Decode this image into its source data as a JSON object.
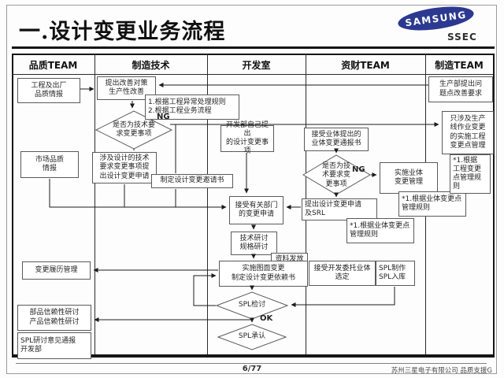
{
  "slide": {
    "title": "一.设计变更业务流程",
    "logo": {
      "brand": "SAMSUNG",
      "sub": "SSEC",
      "color": "#2b3990"
    },
    "footer": {
      "page": "6/77",
      "company": "苏州三星电子有限公司  品质支援G"
    }
  },
  "lanes": [
    "品质TEAM",
    "制造技术",
    "开发室",
    "资财TEAM",
    "制造TEAM"
  ],
  "nodes": {
    "engineering_info": "工程及出厂\n品质情报",
    "propose_improve": "提出改善对策\n生产性改善",
    "note_process_rules": "1.根据工程异常处理规则\n2.根据工程业务流程",
    "decision_tech_req": "是否为技术要\n求变更事项",
    "market_info": "市场品质\n情报",
    "involve_design": "涉及设计的技术\n要求变更事项提\n出设计变更申请",
    "invite_doc": "制定设计变更邀请书",
    "dev_self": "开发部自己提出\n的设计变更事项",
    "accept_dept": "接受有关部门\n的变更申请",
    "receive_notice": "接受业体提出的\n业体变更通报书",
    "decision_tech_req2": "是否为技\n术要求变\n更事项",
    "impl_body_mgmt": "实施业体\n变更管理",
    "note_body_rules1": "*1.根据业体变更点\n管理规则",
    "srl_request": "提出设计变更申请\n及SRL",
    "note_body_rules2": "*1.根据业体变更点\n管理规则",
    "tech_study": "技术研讨\n规格研讨",
    "material_dist": "资料发放",
    "impl_drawing": "实施图面变更\n制定设计变更依赖书",
    "accept_entrust": "接受开发委托业体\n选定",
    "spl_make": "SPL制作\nSPL入库",
    "spl_review": "SPL检讨",
    "spl_approve": "SPL承认",
    "history_mgmt": "变更履历管理",
    "reliability_study": "部品信赖性研讨\n产品信赖性研讨",
    "spl_opinion_report": "SPL研讨意见通报\n开发部",
    "production_req": "生产部提出问\n题点改善要求",
    "line_only_change": "只涉及生产\n线作业变更\n的实施工程\n变更点管理",
    "note_eng_change_rules": "*1.根据\n工程变更\n点管理规\n则"
  },
  "labels": {
    "ng1": "NG",
    "ng2": "NG",
    "ok": "OK"
  }
}
